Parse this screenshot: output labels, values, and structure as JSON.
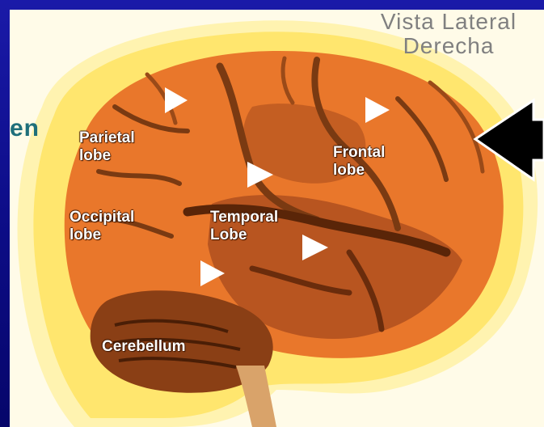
{
  "title": {
    "line1": "Vista Lateral",
    "line2": "Derecha"
  },
  "fragment_text": "en",
  "lobes": {
    "parietal": {
      "line1": "Parietal",
      "line2": "lobe"
    },
    "frontal": {
      "line1": "Frontal",
      "line2": "lobe"
    },
    "occipital": {
      "line1": "Occipital",
      "line2": "lobe"
    },
    "temporal": {
      "line1": "Temporal",
      "line2": "Lobe"
    },
    "cerebellum": {
      "line1": "Cerebellum"
    }
  },
  "colors": {
    "background": "#0d0d88",
    "cortex": "#e9772b",
    "sulcus": "#7a3a12",
    "skull": "#ffe870",
    "label": "#ffffff",
    "arrow": "#000000"
  },
  "icons": {
    "pointer": "white-triangle-pointer",
    "direction": "left-arrow"
  }
}
